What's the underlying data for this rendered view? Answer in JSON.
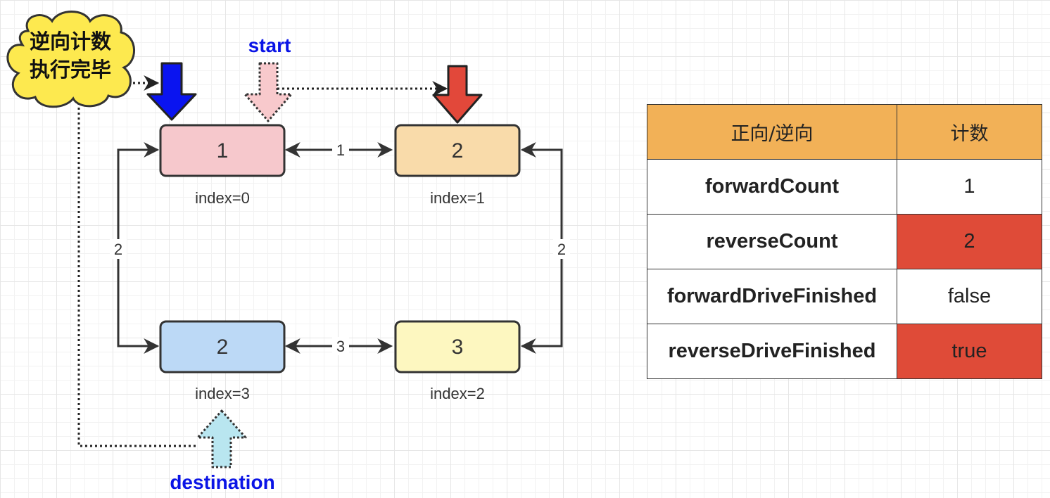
{
  "colors": {
    "node0": "#f6c8cc",
    "node1": "#f9dbaa",
    "node2": "#fdf7c0",
    "node3": "#bcd9f6",
    "blue_arrow": "#0a14f0",
    "red_arrow": "#e2483a",
    "pink_arrow": "#f8c9cc",
    "cyan_arrow": "#b9e6f0",
    "cloud": "#fde94f",
    "header": "#f2b157",
    "highlight": "#df4b38"
  },
  "cloud": {
    "line1": "逆向计数",
    "line2": "执行完毕"
  },
  "labels": {
    "start": "start",
    "destination": "destination"
  },
  "nodes": [
    {
      "value": "1",
      "index": "index=0"
    },
    {
      "value": "2",
      "index": "index=1"
    },
    {
      "value": "3",
      "index": "index=2"
    },
    {
      "value": "2",
      "index": "index=3"
    }
  ],
  "edges": {
    "e01": "1",
    "e03": "2",
    "e12": "2",
    "e23": "3"
  },
  "table": {
    "headers": [
      "正向/逆向",
      "计数"
    ],
    "rows": [
      {
        "name": "forwardCount",
        "value": "1",
        "highlight": false
      },
      {
        "name": "reverseCount",
        "value": "2",
        "highlight": true
      },
      {
        "name": "forwardDriveFinished",
        "value": "false",
        "highlight": false
      },
      {
        "name": "reverseDriveFinished",
        "value": "true",
        "highlight": true
      }
    ]
  }
}
